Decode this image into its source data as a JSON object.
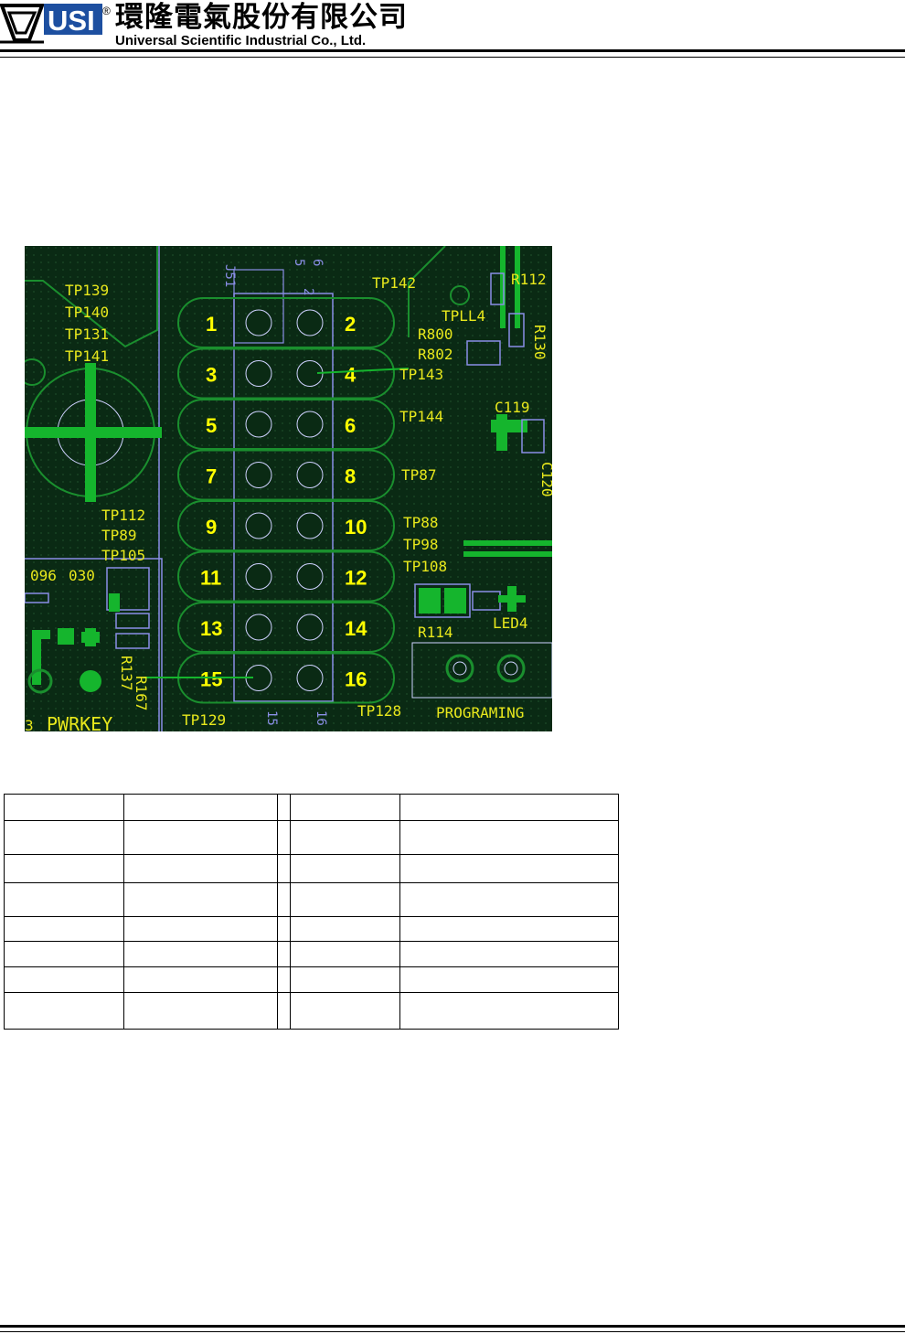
{
  "header": {
    "logo_text": "USI",
    "registered_mark": "®",
    "company_name_cn": "環隆電氣股份有限公司",
    "company_name_en": "Universal Scientific Industrial Co., Ltd."
  },
  "board": {
    "connector_ref": "J51",
    "pins": [
      "1",
      "2",
      "3",
      "4",
      "5",
      "6",
      "7",
      "8",
      "9",
      "10",
      "11",
      "12",
      "13",
      "14",
      "15",
      "16"
    ],
    "silk_labels": [
      "TP139",
      "TP140",
      "TP131",
      "TP141",
      "TP112",
      "TP89",
      "TP105",
      "TP142",
      "TPLL4",
      "R800",
      "R802",
      "TP143",
      "TP144",
      "TP87",
      "TP88",
      "TP98",
      "TP108",
      "R114",
      "LED4",
      "C119",
      "C120",
      "R112",
      "R130",
      "R167",
      "R137",
      "TP129",
      "TP128",
      "PWRKEY",
      "PROGRAMING",
      "096",
      "030",
      "3",
      "15",
      "16",
      "5",
      "6",
      "2"
    ],
    "colors": {
      "board_bg": "#0a2a14",
      "copper": "#15b52d",
      "outline": "#1a8f2e",
      "silk_yellow": "#e8e81c",
      "pad_purple": "#8a8ee6",
      "pin_number": "#ffff00"
    }
  },
  "table": {
    "rows": [
      [
        "",
        "",
        "",
        "",
        ""
      ],
      [
        "",
        "",
        "",
        "",
        ""
      ],
      [
        "",
        "",
        "",
        "",
        ""
      ],
      [
        "",
        "",
        "",
        "",
        ""
      ],
      [
        "",
        "",
        "",
        "",
        ""
      ],
      [
        "",
        "",
        "",
        "",
        ""
      ],
      [
        "",
        "",
        "",
        "",
        ""
      ],
      [
        "",
        "",
        "",
        "",
        ""
      ],
      [
        "",
        "",
        "",
        "",
        ""
      ]
    ]
  }
}
